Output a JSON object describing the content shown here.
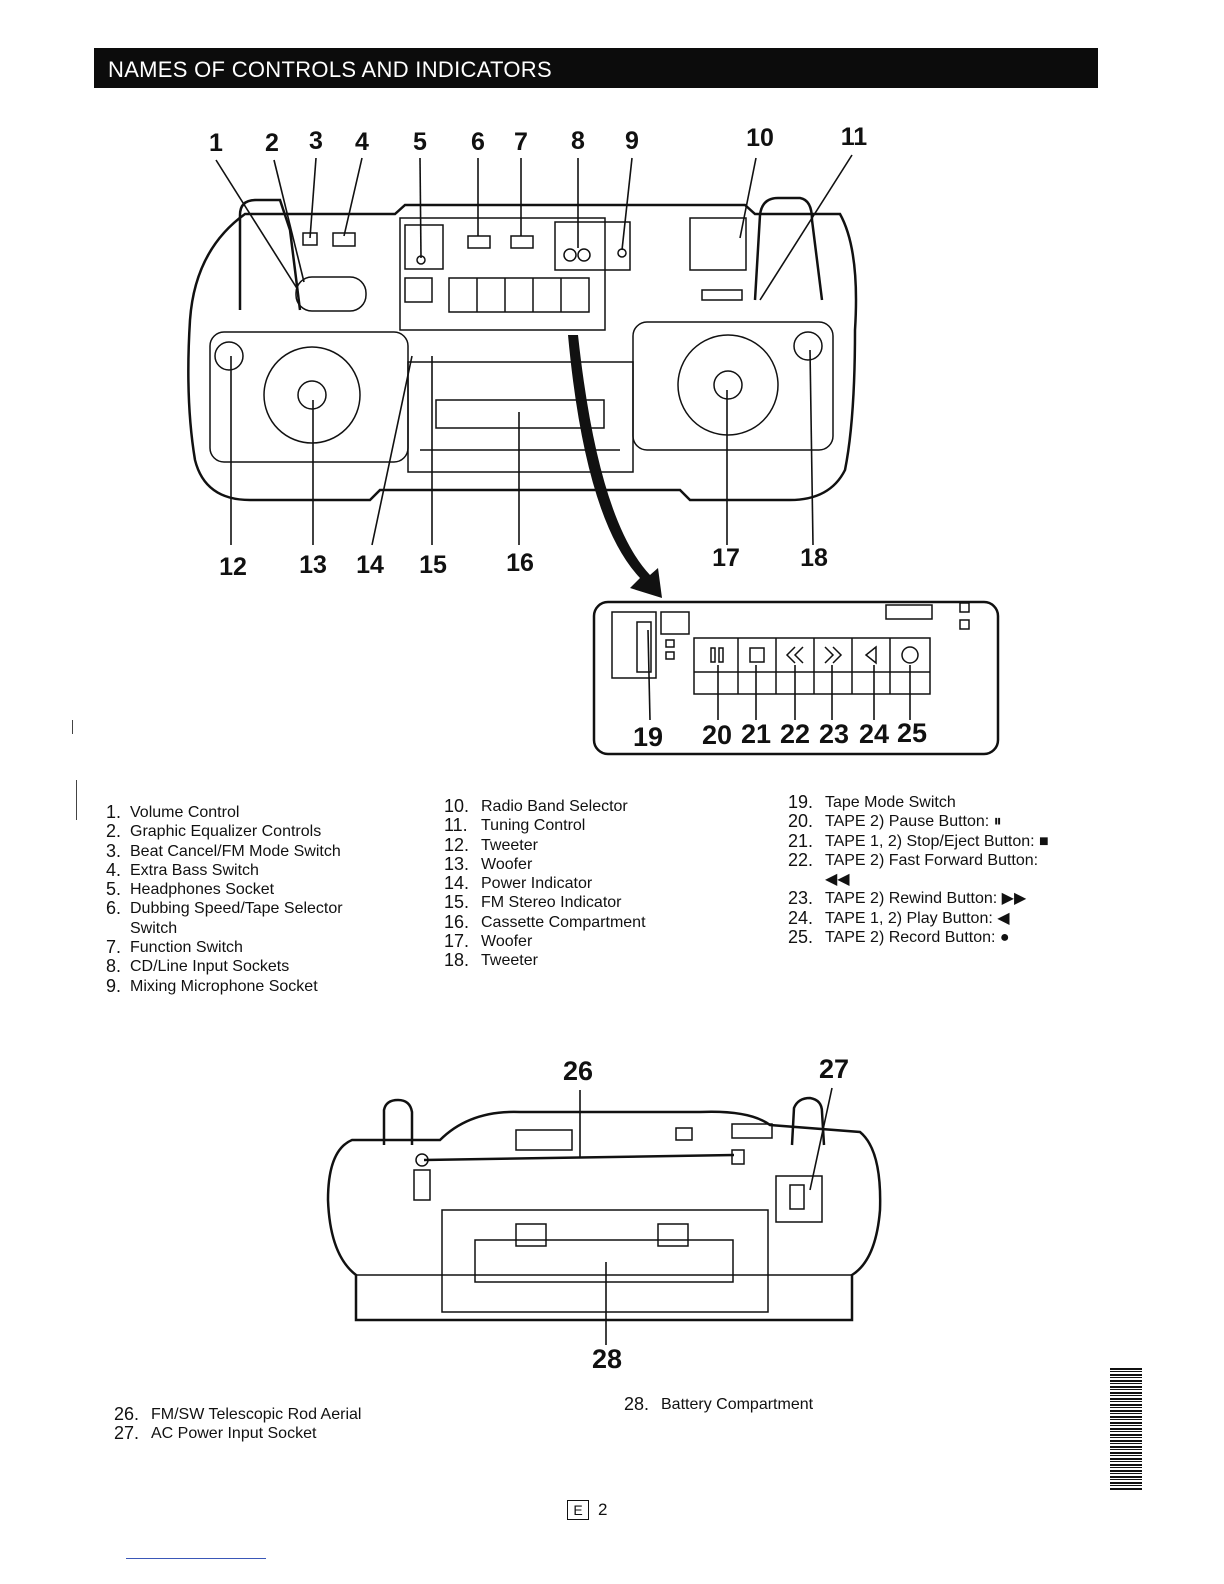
{
  "header": {
    "title": "NAMES OF CONTROLS AND INDICATORS"
  },
  "top_callouts": [
    "1",
    "2",
    "3",
    "4",
    "5",
    "6",
    "7",
    "8",
    "9",
    "10",
    "11"
  ],
  "bottom_callouts": [
    "12",
    "13",
    "14",
    "15",
    "16",
    "17",
    "18"
  ],
  "inset_callouts": [
    "19",
    "20",
    "21",
    "22",
    "23",
    "24",
    "25"
  ],
  "rear_callouts": [
    "26",
    "27",
    "28"
  ],
  "list_col1": [
    {
      "num": "1.",
      "label": "Volume Control"
    },
    {
      "num": "2.",
      "label": "Graphic Equalizer Controls"
    },
    {
      "num": "3.",
      "label": "Beat Cancel/FM Mode Switch"
    },
    {
      "num": "4.",
      "label": "Extra Bass Switch"
    },
    {
      "num": "5.",
      "label": "Headphones Socket"
    },
    {
      "num": "6.",
      "label": "Dubbing Speed/Tape Selector Switch"
    },
    {
      "num": "7.",
      "label": "Function Switch"
    },
    {
      "num": "8.",
      "label": "CD/Line Input Sockets"
    },
    {
      "num": "9.",
      "label": "Mixing Microphone Socket"
    }
  ],
  "list_col2": [
    {
      "num": "10.",
      "label": "Radio Band Selector"
    },
    {
      "num": "11.",
      "label": "Tuning Control"
    },
    {
      "num": "12.",
      "label": "Tweeter"
    },
    {
      "num": "13.",
      "label": "Woofer"
    },
    {
      "num": "14.",
      "label": "Power Indicator"
    },
    {
      "num": "15.",
      "label": "FM Stereo Indicator"
    },
    {
      "num": "16.",
      "label": "Cassette Compartment"
    },
    {
      "num": "17.",
      "label": "Woofer"
    },
    {
      "num": "18.",
      "label": "Tweeter"
    }
  ],
  "list_col3": [
    {
      "num": "19.",
      "label": "Tape Mode Switch"
    },
    {
      "num": "20.",
      "label": "TAPE 2) Pause Button: ⏸"
    },
    {
      "num": "21.",
      "label": "TAPE 1, 2) Stop/Eject Button: ■"
    },
    {
      "num": "22.",
      "label": "TAPE 2) Fast Forward Button:"
    },
    {
      "num": "",
      "label": "◀◀"
    },
    {
      "num": "23.",
      "label": "TAPE 2) Rewind Button: ▶▶"
    },
    {
      "num": "24.",
      "label": "TAPE 1, 2) Play Button: ◀"
    },
    {
      "num": "25.",
      "label": "TAPE 2) Record Button: ●"
    }
  ],
  "list_rear_left": [
    {
      "num": "26.",
      "label": "FM/SW Telescopic Rod Aerial"
    },
    {
      "num": "27.",
      "label": "AC Power Input Socket"
    }
  ],
  "list_rear_right": [
    {
      "num": "28.",
      "label": "Battery Compartment"
    }
  ],
  "footer": {
    "lang": "E",
    "page": "2"
  }
}
